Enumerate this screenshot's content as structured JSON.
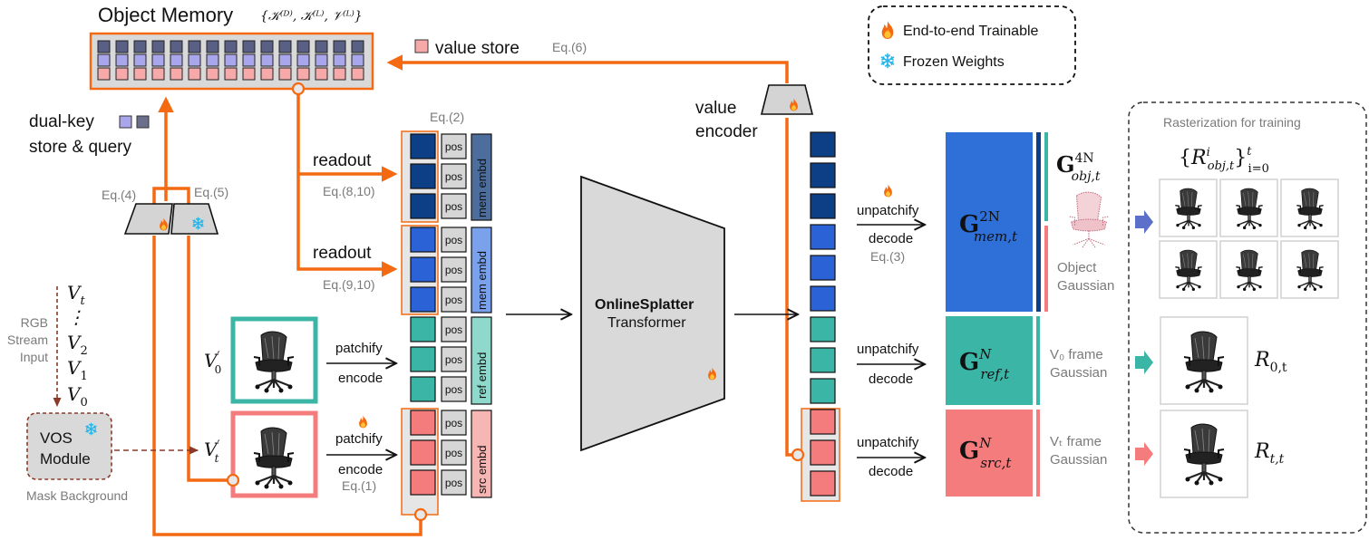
{
  "object_memory": {
    "title": "Object Memory",
    "formula": "{𝒦⁽ᴰ⁾, 𝒦⁽ᴸ⁾, 𝒱⁽ᴸ⁾}"
  },
  "value_store": {
    "label": "value store",
    "eq": "Eq.(6)"
  },
  "legend": {
    "trainable": "End-to-end Trainable",
    "frozen": "Frozen Weights"
  },
  "dual_key": {
    "line1": "dual-key",
    "line2": "store & query",
    "eq4": "Eq.(4)",
    "eq5": "Eq.(5)"
  },
  "readout": [
    {
      "label": "readout",
      "eq": "Eq.(8,10)"
    },
    {
      "label": "readout",
      "eq": "Eq.(9,10)"
    }
  ],
  "token_groups": {
    "eq": "Eq.(2)",
    "pos": "pos",
    "mem": "mem embd",
    "ref": "ref embd",
    "src": "src embd"
  },
  "stream": {
    "caption_lines": [
      "RGB",
      "Stream",
      "Input"
    ],
    "frames": [
      "V",
      "⋮",
      "V",
      "V",
      "V"
    ],
    "subs": [
      "t",
      "",
      "2",
      "1",
      "0"
    ]
  },
  "vos": {
    "line1": "VOS",
    "line2": "Module",
    "caption": "Mask Background"
  },
  "frame_inputs": {
    "v0": "V",
    "v0_sub": "0",
    "vt": "V",
    "vt_sub": "t",
    "prime": "′"
  },
  "encode_ref": {
    "line1": "patchify",
    "line2": "encode"
  },
  "encode_src": {
    "line1": "patchify",
    "line2": "encode",
    "eq": "Eq.(1)"
  },
  "transformer": {
    "bold": "OnlineSplatter",
    "normal": "Transformer"
  },
  "value_encoder": {
    "line1": "value",
    "line2": "encoder"
  },
  "decoders": [
    {
      "line1": "unpatchify",
      "line2": "decode",
      "eq": "Eq.(3)"
    },
    {
      "line1": "unpatchify",
      "line2": "decode"
    },
    {
      "line1": "unpatchify",
      "line2": "decode"
    }
  ],
  "gaussians": {
    "mem": {
      "G": "G",
      "sup": "2N",
      "sub": "mem,t"
    },
    "ref": {
      "G": "G",
      "sup": "N",
      "sub": "ref,t"
    },
    "src": {
      "G": "G",
      "sup": "N",
      "sub": "src,t"
    },
    "obj": {
      "G": "G",
      "sup": "4N",
      "sub": "obj,t"
    },
    "object_caption": [
      "Object",
      "Gaussian"
    ],
    "v0_caption": [
      "V₀ frame",
      "Gaussian"
    ],
    "vt_caption": [
      "Vₜ frame",
      "Gaussian"
    ]
  },
  "raster": {
    "title": "Rasterization for training",
    "set_R": "R",
    "set_sup": "i",
    "set_sub": "obj,t",
    "set_range_sup": "t",
    "set_range_sub": "i=0",
    "r0": "R",
    "r0_sub": "0,t",
    "rt": "R",
    "rt_sub": "t,t"
  },
  "colors": {
    "orange": "#f46a12",
    "mem_dark": "#0d3f86",
    "mem_light": "#2b63d6",
    "ref_teal": "#3bb5a6",
    "src_pink": "#f47c7c",
    "lavender": "#a9a6ec",
    "gauss_blue": "#2e6fd8",
    "gauss_teal": "#3bb5a6",
    "gauss_pink": "#f47c7c",
    "mem_embd_dark": "#4d6e9c",
    "mem_embd_light": "#7aa2ec",
    "ref_embd": "#8fd8cc",
    "src_embd": "#f6b6b3",
    "grey_block": "#d6d6d6"
  },
  "icons": {
    "trainable": "fire-icon",
    "frozen": "snowflake-icon"
  }
}
